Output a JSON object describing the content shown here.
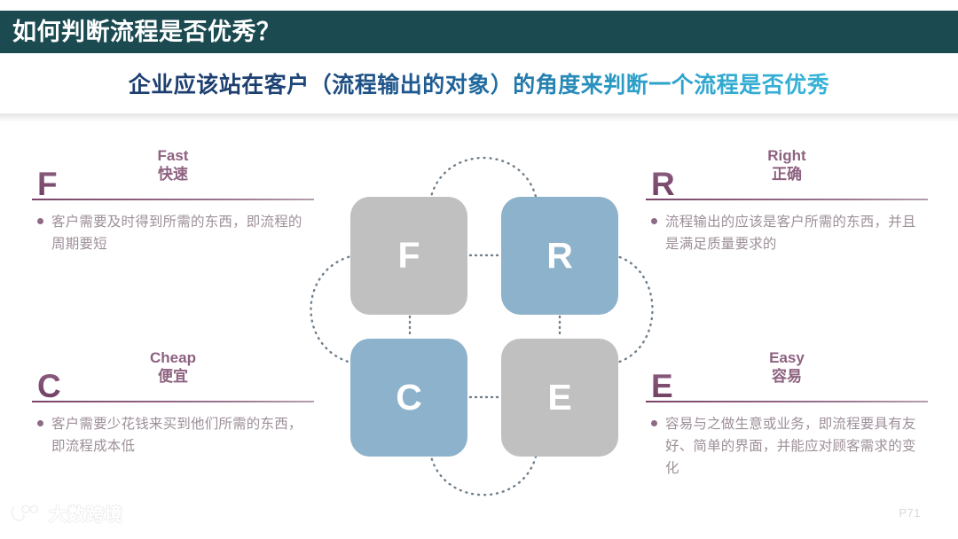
{
  "header": {
    "title": "如何判断流程是否优秀？",
    "bar_color": "#1b4a50"
  },
  "subtitle": {
    "text": "企业应该站在客户（流程输出的对象）的角度来判断一个流程是否优秀",
    "gradient_start": "#1d3f70",
    "gradient_end": "#37b4d8"
  },
  "quadrants": [
    {
      "letter": "F",
      "label_en": "Fast",
      "label_zh": "快速",
      "bullet": "客户需要及时得到所需的东西，即流程的周期要短"
    },
    {
      "letter": "R",
      "label_en": "Right",
      "label_zh": "正确",
      "bullet": "流程输出的应该是客户所需的东西，并且是满足质量要求的"
    },
    {
      "letter": "C",
      "label_en": "Cheap",
      "label_zh": "便宜",
      "bullet": "客户需要少花钱来买到他们所需的东西，即流程成本低"
    },
    {
      "letter": "E",
      "label_en": "Easy",
      "label_zh": "容易",
      "bullet": "容易与之做生意或业务，即流程要具有友好、简单的界面，并能应对顾客需求的变化"
    }
  ],
  "diagram": {
    "nodes": [
      {
        "letter": "F",
        "color": "#c0c0c0"
      },
      {
        "letter": "R",
        "color": "#8db2cb"
      },
      {
        "letter": "C",
        "color": "#8db2cb"
      },
      {
        "letter": "E",
        "color": "#c0c0c0"
      }
    ],
    "connector_style": "dotted",
    "connector_color": "#6f7f8c"
  },
  "footer": {
    "watermark_text": "大数跨境",
    "watermark_logo": "dashu-logo-icon",
    "page_number": "P71"
  },
  "accents": {
    "plum": "#7a4468",
    "plum_light": "#8d6280",
    "body_text": "#9d8f99"
  }
}
